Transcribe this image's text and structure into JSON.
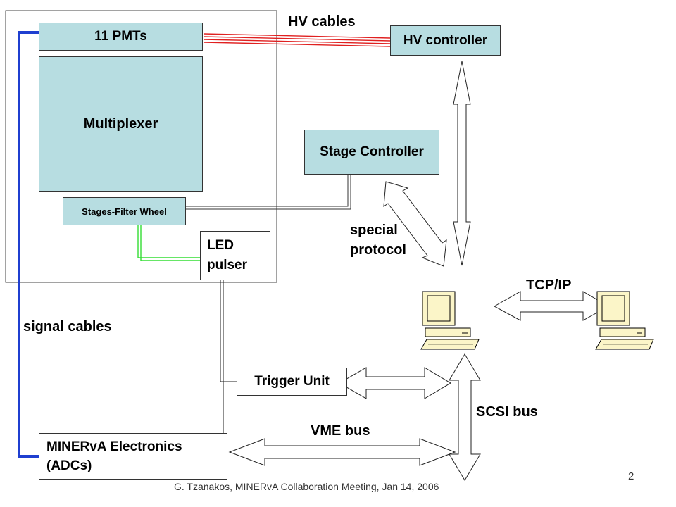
{
  "diagram": {
    "nodes": {
      "pmts": "11 PMTs",
      "multiplexer": "Multiplexer",
      "stages_filter_wheel": "Stages-Filter Wheel",
      "led_pulser_line1": "LED",
      "led_pulser_line2": "pulser",
      "hv_controller": "HV controller",
      "stage_controller": "Stage Controller",
      "trigger_unit": "Trigger Unit",
      "minerva_electronics_line1": "MINERvA Electronics",
      "minerva_electronics_line2": "(ADCs)"
    },
    "labels": {
      "hv_cables": "HV cables",
      "special_protocol_line1": "special",
      "special_protocol_line2": "protocol",
      "tcp_ip": "TCP/IP",
      "signal_cables": "signal cables",
      "scsi_bus": "SCSI bus",
      "vme_bus": "VME bus"
    },
    "icons": [
      "computer-icon",
      "computer-icon"
    ],
    "colors": {
      "box_fill": "#b7dde1",
      "hv_cable": "#e02020",
      "signal_cable": "#1f3fd0",
      "led_cable": "#33dd33",
      "computer": "#fbf5c8"
    }
  },
  "footer": {
    "credit": "G. Tzanakos,  MINERvA Collaboration Meeting, Jan 14, 2006",
    "page_number": "2"
  }
}
